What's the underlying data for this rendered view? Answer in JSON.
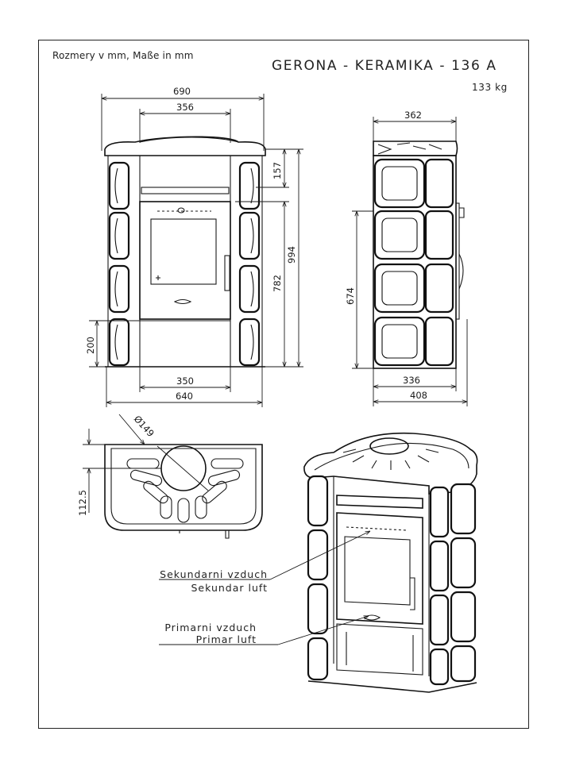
{
  "header": {
    "subtitle": "Rozmery v mm, Maße in mm",
    "title": "GERONA - KERAMIKA - 136 A",
    "weight": "133 kg"
  },
  "dimensions": {
    "front_width": "690",
    "front_top_width": "356",
    "front_top_height": "157",
    "front_total_height": "994",
    "front_door_height": "782",
    "front_base_height": "200",
    "front_base_width": "350",
    "front_bottom_width": "640",
    "side_top_width": "362",
    "side_height": "674",
    "side_inner_width": "336",
    "side_total_width": "408",
    "top_diameter": "Ø149",
    "top_offset": "112.5"
  },
  "callouts": {
    "secondary_line1": "Sekundarni vzduch",
    "secondary_line2": "Sekundar luft",
    "primary_line1": "Primarni vzduch",
    "primary_line2": "Primar luft"
  }
}
